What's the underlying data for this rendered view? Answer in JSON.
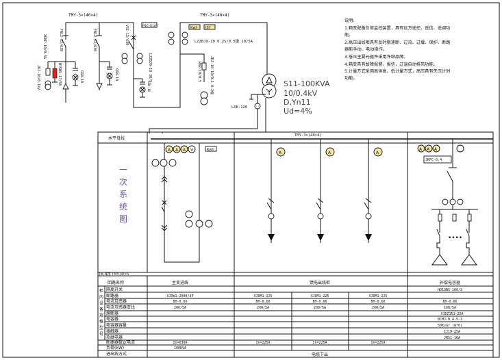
{
  "hv_section": {
    "busbar_left": "TMY-3×(40×4)",
    "busbar_right": "TMY-3×(40×4)",
    "labels": {
      "load_switch_1": "FN12-12/630",
      "load_switch_2": "FN12-12/630",
      "pt": "JDZ-10/0.1kV",
      "fuse_pt": "XRNP-10/0.5A",
      "arrester": "HY5WS-17/50",
      "indicator_1": "GSN-10",
      "indicator_2": "GSN-10",
      "breaker": "VS1-12/630",
      "ct_protect": "LZZBJ9-10 30/5",
      "indicator_3": "GSN-10",
      "relay_box": "PSC-G1A",
      "meter_kwh": "Kwh",
      "meter_jsy": "JSY",
      "ct_meter": "LZZBJ9-10 0.2S/0.5级 10/5A",
      "metering_fuse": "RN2-10/0.5",
      "metering_pt": "JDZ-10 10/0.1 0.2级",
      "zero_ct": "LXK-120"
    }
  },
  "transformer": {
    "model": "S11-100KVA",
    "voltage": "10/0.4kV",
    "connection": "D,Yn11",
    "impedance": "Ud=4%"
  },
  "notes": {
    "title": "说明:",
    "items": [
      "1.箱变配备负荷监控装置，具有远方遥控、遥信、遥调功",
      "能。",
      "2.高压出线柜具有反时限速断、过流、过载、保护、断路",
      "器能手动、电动操作。",
      "3.低压主要元器件采用许继品牌。",
      "4.箱变具有故障报警，报信，过温自动排风功能。",
      "5.计量方式采用高供高、低计量方式，高压具有失压计时",
      "功能。"
    ]
  },
  "lv_section": {
    "busbar_label": "水平母线",
    "busbar_spec": "TMY-3×(40×4)",
    "diagram_label": [
      "一",
      "次",
      "系",
      "统",
      "图"
    ],
    "meter_A": "A",
    "meter_V": "V",
    "kwh": "Kwh",
    "controller": "JKFC-0.4",
    "pe_bar": "PE,N排 TMY-30×5"
  },
  "table": {
    "side_label": [
      "柜",
      "内",
      "设",
      "备",
      "规",
      "格",
      "型",
      "号"
    ],
    "row_labels": [
      "回路名称",
      "隔离开关",
      "断路器",
      "电流互感器",
      "电流互感器变比",
      "熔断器",
      "电容器",
      "电容器容量",
      "接触器",
      "热继电器",
      "断路器整定电流",
      "负荷(kW)",
      "进出线方式"
    ],
    "incoming": {
      "name": "主变进线",
      "breaker": "XJDW1-2000/3P",
      "ct": "BH-0.66",
      "ratio": "200/5A",
      "setting": "In=630A",
      "load": "100KVA"
    },
    "feeder": {
      "name": "馈电出线柜",
      "columns": [
        {
          "breaker": "XJDM1-225",
          "ct": "BH-0.66",
          "ratio": "200/5A",
          "setting": "In=225A"
        },
        {
          "breaker": "XJDM1-225",
          "ct": "BH-0.66",
          "ratio": "200/5A",
          "setting": "In=225A"
        },
        {
          "breaker": "XJDM1-225",
          "ct": "BH-0.66",
          "ratio": "200/5A",
          "setting": "In=225A"
        }
      ]
    },
    "capacitor": {
      "name": "补偿电容器",
      "isolator": "HD13BX-100/3",
      "ct": "BH-0.66",
      "ratio": "100/5A",
      "fuse": "XJDZ151-25A",
      "capacitor": "BCMJ-0.4-5-3",
      "capacity": "50Kvar (8*6)",
      "contactor": "CJ19-25A",
      "thermal": "JR51-16A"
    },
    "wiring": "电缆下出"
  }
}
